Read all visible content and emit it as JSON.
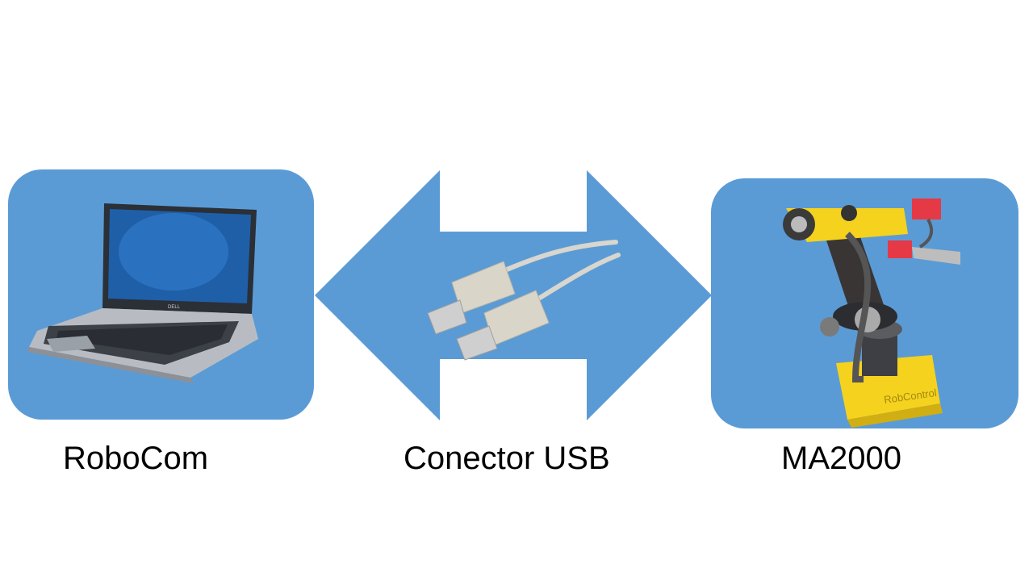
{
  "nodes": {
    "left": {
      "label": "RoboCom",
      "icon": "laptop-icon",
      "brand_text": "DELL"
    },
    "center": {
      "label": "Conector USB",
      "icon": "usb-cable-icon"
    },
    "right": {
      "label": "MA2000",
      "icon": "robot-arm-icon",
      "brand_text": "RobControl"
    }
  },
  "colors": {
    "panel": "#5b9bd5",
    "arrow": "#5b9bd5",
    "robot_yellow": "#f5d21e",
    "gripper_red": "#e53945"
  }
}
